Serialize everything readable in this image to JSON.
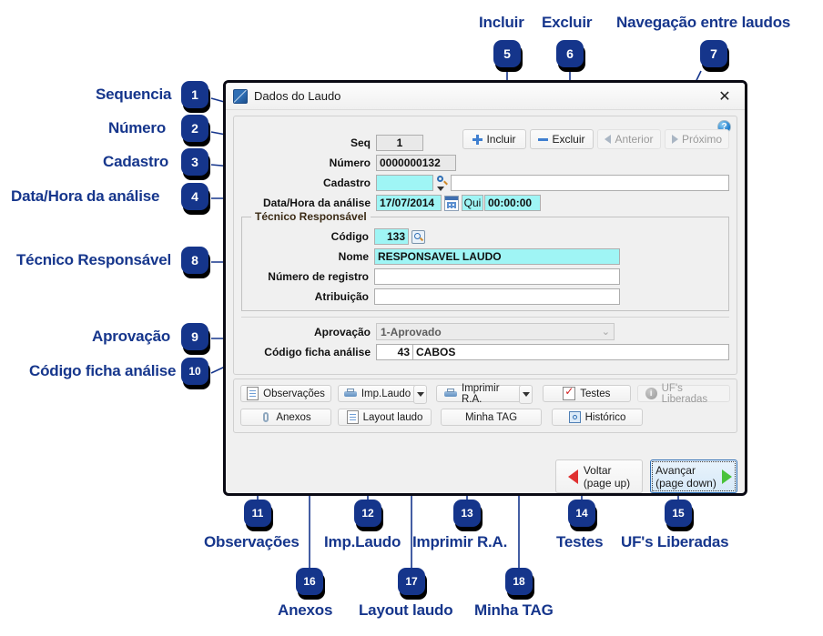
{
  "dialog": {
    "title": "Dados do Laudo",
    "close_icon": "✕",
    "app_icon": "app-icon",
    "help_icon": "?",
    "toolbar": [
      {
        "label_pre": "",
        "label": "Incluir",
        "accel": "n",
        "icon": "plus-icon",
        "disabled": false
      },
      {
        "label_pre": "",
        "label": "Excluir",
        "accel": "x",
        "icon": "minus-icon",
        "disabled": false
      },
      {
        "label_pre": "",
        "label": "Anterior",
        "accel": "t",
        "icon": "arrow-left-icon",
        "disabled": true
      },
      {
        "label_pre": "",
        "label": "Próximo",
        "accel": "P",
        "icon": "arrow-right-icon",
        "disabled": true
      }
    ],
    "fields": {
      "seq_label": "Seq",
      "seq_value": "1",
      "numero_label": "Número",
      "numero_value": "0000000132",
      "cadastro_label": "Cadastro",
      "cadastro_value": "",
      "cadastro_desc": "",
      "data_label": "Data/Hora da análise",
      "data_value": "17/07/2014",
      "weekday": "Qui",
      "time_value": "00:00:00"
    },
    "tecnico": {
      "group_title": "Técnico Responsável",
      "codigo_label": "Código",
      "codigo_value": "133",
      "nome_label": "Nome",
      "nome_value": "RESPONSAVEL LAUDO",
      "registro_label": "Número de registro",
      "registro_value": "",
      "atribuicao_label": "Atribuição",
      "atribuicao_value": ""
    },
    "aprovacao": {
      "aprovacao_label": "Aprovação",
      "aprovacao_value": "1-Aprovado",
      "chevron": "⌄",
      "ficha_label": "Código ficha análise",
      "ficha_code": "43",
      "ficha_desc": "CABOS"
    },
    "actions_row1": [
      {
        "label": "Observações",
        "icon": "notepad-icon",
        "disabled": false,
        "split": false
      },
      {
        "label": "Imp.Laudo",
        "icon": "printer-icon",
        "disabled": false,
        "split": true
      },
      {
        "label": "Imprimir R.A.",
        "icon": "printer-icon",
        "disabled": false,
        "split": true
      },
      {
        "label": "Testes",
        "icon": "checklist-icon",
        "disabled": false,
        "split": false
      },
      {
        "label": "UF's Liberadas",
        "icon": "info-icon",
        "disabled": true,
        "split": false
      }
    ],
    "actions_row2": [
      {
        "label": "Anexos",
        "icon": "paperclip-icon",
        "disabled": false
      },
      {
        "label": "Layout laudo",
        "icon": "document-icon",
        "disabled": false
      },
      {
        "label": "Minha TAG",
        "icon": "none",
        "disabled": false
      },
      {
        "label": "Histórico",
        "icon": "history-icon",
        "disabled": false
      }
    ],
    "footer": {
      "back_line1": "Voltar",
      "back_line2": "(page up)",
      "back_icon": "arrow-left-red-icon",
      "next_line1": "Avançar",
      "next_line2": "(page down)",
      "next_icon": "arrow-right-green-icon"
    }
  },
  "annotations": {
    "accent_color": "#16368c",
    "badge_bg": "#15358b",
    "callouts": [
      {
        "n": "1",
        "label": "Sequencia"
      },
      {
        "n": "2",
        "label": "Número"
      },
      {
        "n": "3",
        "label": "Cadastro"
      },
      {
        "n": "4",
        "label": "Data/Hora da análise"
      },
      {
        "n": "5",
        "label": "Incluir"
      },
      {
        "n": "6",
        "label": "Excluir"
      },
      {
        "n": "7",
        "label": "Navegação entre laudos"
      },
      {
        "n": "8",
        "label": "Técnico Responsável"
      },
      {
        "n": "9",
        "label": "Aprovação"
      },
      {
        "n": "10",
        "label": "Código ficha análise"
      },
      {
        "n": "11",
        "label": "Observações"
      },
      {
        "n": "12",
        "label": "Imp.Laudo"
      },
      {
        "n": "13",
        "label": "Imprimir R.A."
      },
      {
        "n": "14",
        "label": "Testes"
      },
      {
        "n": "15",
        "label": "UF's Liberadas"
      },
      {
        "n": "16",
        "label": "Anexos"
      },
      {
        "n": "17",
        "label": "Layout laudo"
      },
      {
        "n": "18",
        "label": "Minha TAG"
      }
    ]
  }
}
